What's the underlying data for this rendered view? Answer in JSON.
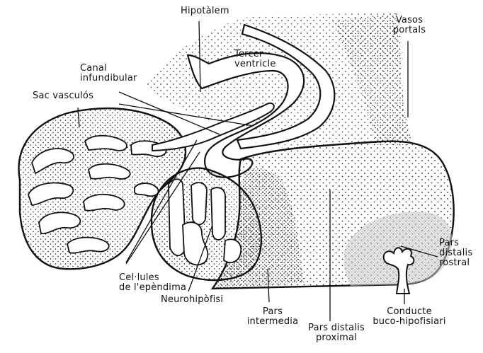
{
  "labels": {
    "hipotalem": "Hipotàlem",
    "vasos_line1": "Vasos",
    "vasos_line2": "portals",
    "tercer_line1": "Tercer",
    "tercer_line2": "ventricle",
    "canal_line1": "Canal",
    "canal_line2": "infundibular",
    "sac": "Sac vasculós",
    "cellules_line1": "Cel·lules",
    "cellules_line2": "de l'epèndima",
    "neurohipofisi": "Neurohipòfisi",
    "pars_int_line1": "Pars",
    "pars_int_line2": "intermedia",
    "pars_prox_line1": "Pars distalis",
    "pars_prox_line2": "proximal",
    "conducte_line1": "Conducte",
    "conducte_line2": "buco-hipofisiari",
    "pars_rost_line1": "Pars",
    "pars_rost_line2": "distalis",
    "pars_rost_line3": "rostral"
  },
  "colors": {
    "ink": "#111111",
    "paper": "#ffffff",
    "shade": "#dcdcdc"
  }
}
